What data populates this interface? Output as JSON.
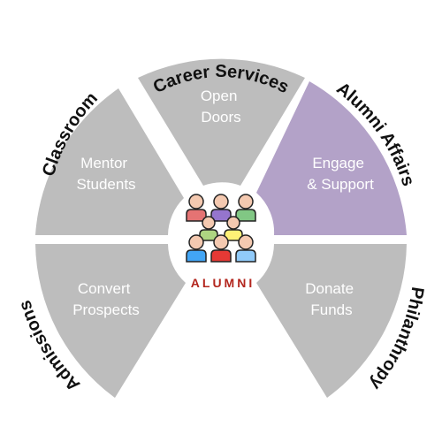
{
  "colors": {
    "segment_default": "#bdbdbd",
    "segment_highlight": "#b3a2c8",
    "segment_text": "#ffffff",
    "outer_text": "#111111",
    "center_text": "#b3261e"
  },
  "center": {
    "label": "ALUMNI",
    "icon": "people-group-icon"
  },
  "segments": [
    {
      "key": "mentor",
      "lines": [
        "Mentor",
        "Students"
      ],
      "highlighted": false
    },
    {
      "key": "open",
      "lines": [
        "Open",
        "Doors"
      ],
      "highlighted": false
    },
    {
      "key": "engage",
      "lines": [
        "Engage",
        "& Support"
      ],
      "highlighted": true
    },
    {
      "key": "convert",
      "lines": [
        "Convert",
        "Prospects"
      ],
      "highlighted": false
    },
    {
      "key": "donate",
      "lines": [
        "Donate",
        "Funds"
      ],
      "highlighted": false
    }
  ],
  "outer_labels": {
    "classroom": "Classroom",
    "career_services": "Career Services",
    "alumni_affairs": "Alumni Affairs",
    "admissions": "Admissions",
    "philanthropy": "Philanthropy"
  }
}
